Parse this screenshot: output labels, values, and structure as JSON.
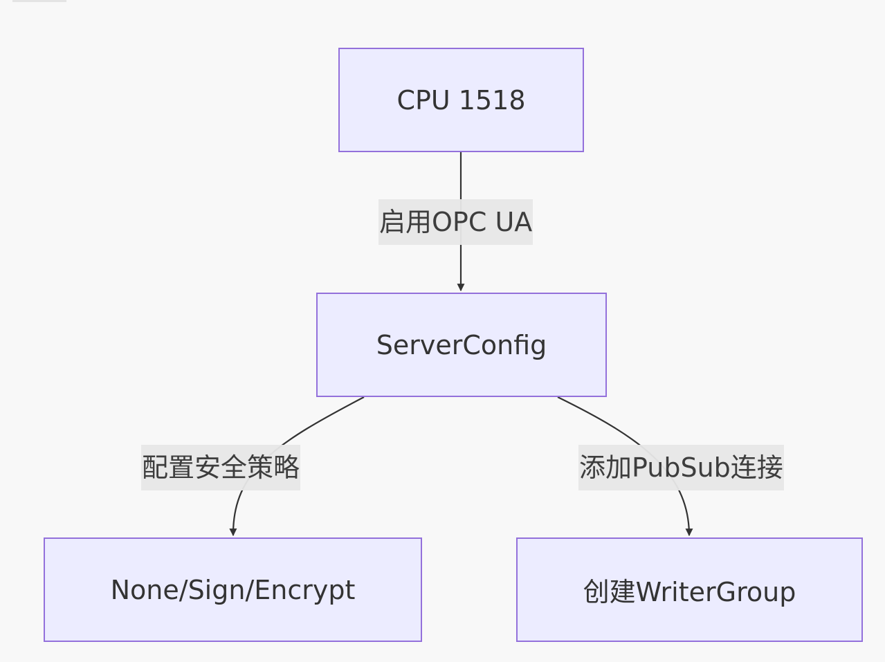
{
  "nodes": {
    "cpu": "CPU 1518",
    "server_config": "ServerConfig",
    "security": "None/Sign/Encrypt",
    "writer_group": "创建WriterGroup"
  },
  "edges": {
    "enable_opcua": "启用OPC UA",
    "configure_security": "配置安全策略",
    "add_pubsub": "添加PubSub连接"
  },
  "colors": {
    "node_fill": "#ececff",
    "node_border": "#9370db",
    "edge_line": "#333333",
    "label_bg": "#e8e8e8",
    "background": "#f8f8f8"
  }
}
